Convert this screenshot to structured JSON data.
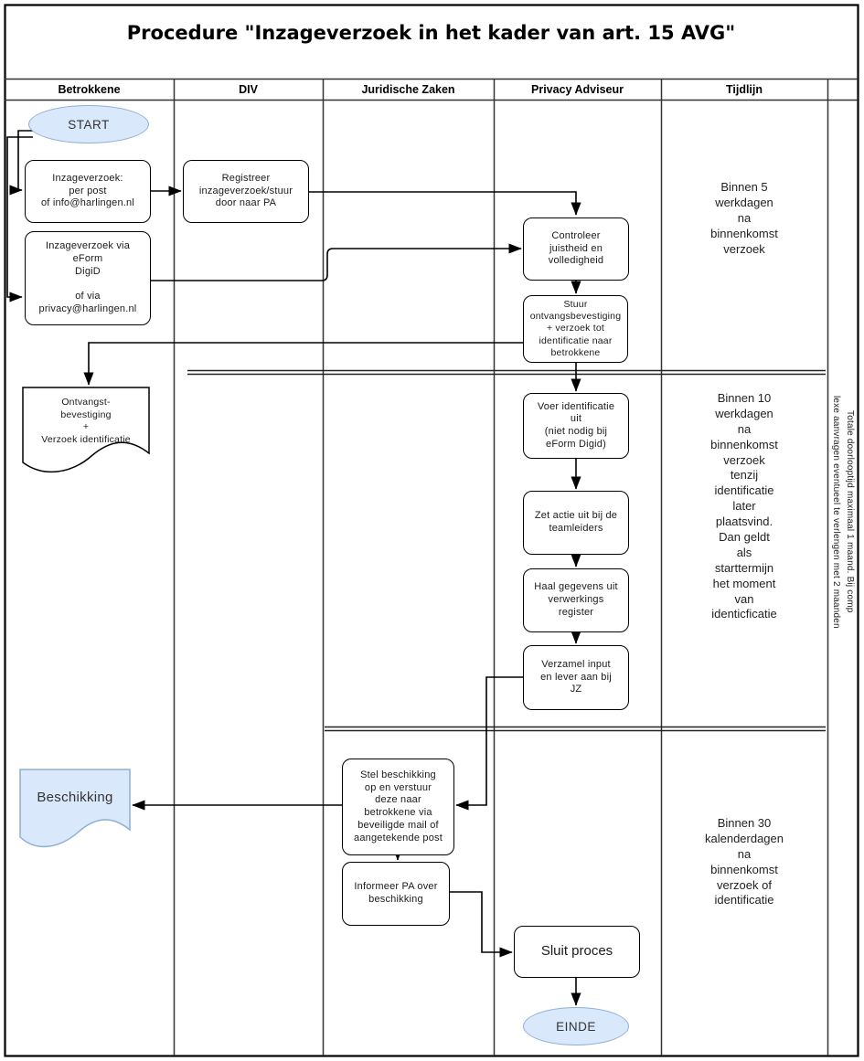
{
  "title": "Procedure \"Inzageverzoek in het kader van art. 15 AVG\"",
  "lanes": [
    "Betrokkene",
    "DIV",
    "Juridische Zaken",
    "Privacy Adviseur",
    "Tijdlijn"
  ],
  "nodes": {
    "start": "START",
    "inzage_post": "Inzageverzoek:\nper post\nof info@harlingen.nl",
    "inzage_eform": "Inzageverzoek via\neForm\nDigiD\n\nof via\nprivacy@harlingen.nl",
    "registreer": "Registreer\ninzageverzoek/stuur\ndoor naar PA",
    "controleer": "Controleer\njuistheid en\nvolledigheid",
    "stuur_bevestiging": "Stuur\nontvangsbevestiging\n+ verzoek tot\nidentificatie naar\nbetrokkene",
    "ontvangst_document": "Ontvangst-\nbevestiging\n+\nVerzoek identificatie",
    "voer_identificatie": "Voer identificatie\nuit\n(niet nodig bij\neForm Digid)",
    "zet_actie": "Zet actie uit bij de\nteamleiders",
    "haal_gegevens": "Haal gegevens uit\nverwerkings\nregister",
    "verzamel_input": "Verzamel input\nen lever aan bij\nJZ",
    "stel_beschikking": "Stel beschikking\nop en verstuur\ndeze naar\nbetrokkene via\nbeveiligde mail of\naangetekende post",
    "informeer_pa": "Informeer PA over\nbeschikking",
    "beschikking_document": "Beschikking",
    "sluit_proces": "Sluit proces",
    "einde": "EINDE"
  },
  "timeline": {
    "t1": "Binnen 5\nwerkdagen\nna\nbinnenkomst\nverzoek",
    "t2": "Binnen 10\nwerkdagen\nna\nbinnenkomst\nverzoek\ntenzij\nidentificatie\nlater\nplaatsvind.\nDan geldt\nals\nstarttermijn\nhet moment\nvan\nidenticficatie",
    "t3": "Binnen 30\nkalenderdagen\nna\nbinnenkomst\nverzoek of\nidentificatie"
  },
  "side_note": "Totale doorlooptijd maximaal 1 maand. Bij comp\nlexe aanvragen eventueel te verlengen met 2 maanden",
  "colors": {
    "terminal_fill": "#dae8fc",
    "terminal_stroke": "#8faed4",
    "line": "#000000"
  }
}
